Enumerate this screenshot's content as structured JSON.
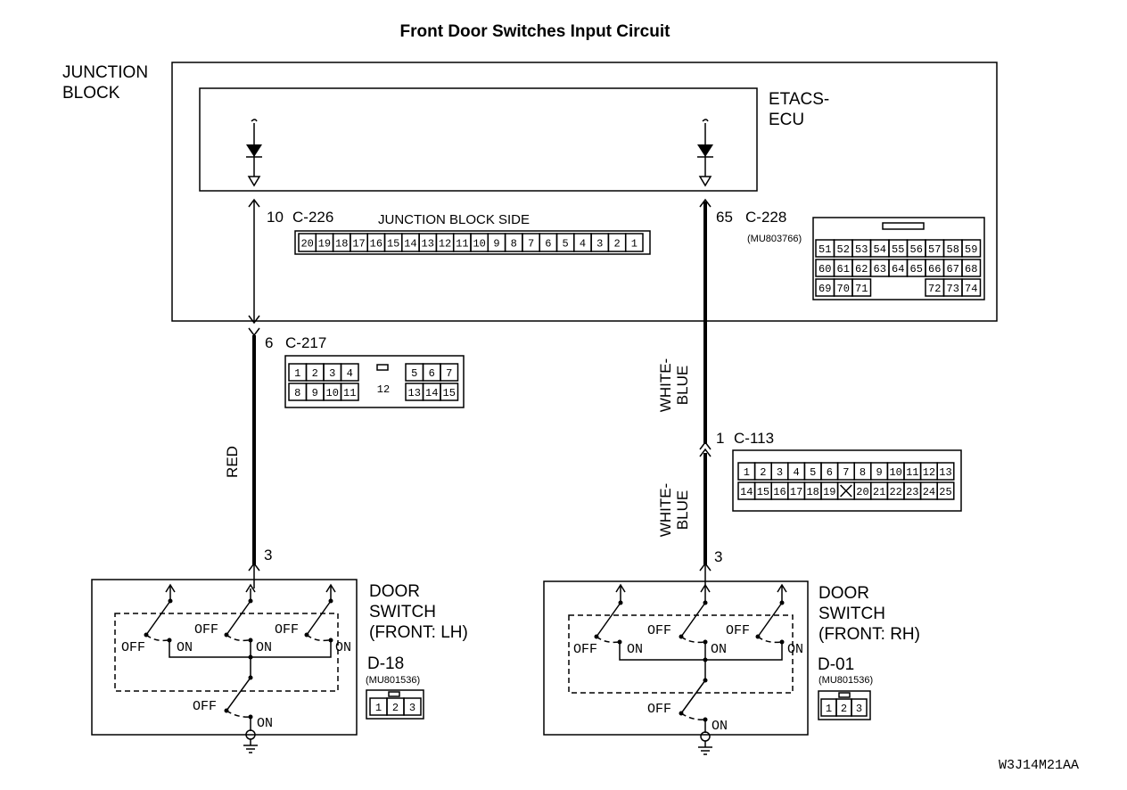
{
  "title": "Front Door Switches Input Circuit",
  "junction_block": {
    "line1": "JUNCTION",
    "line2": "BLOCK"
  },
  "etacs": {
    "line1": "ETACS-",
    "line2": "ECU"
  },
  "left_circuit": {
    "jb_pin": "10",
    "jb_connector": "C-226",
    "junction_block_side": "JUNCTION BLOCK SIDE",
    "c226_pins": [
      "20",
      "19",
      "18",
      "17",
      "16",
      "15",
      "14",
      "13",
      "12",
      "11",
      "10",
      "9",
      "8",
      "7",
      "6",
      "5",
      "4",
      "3",
      "2",
      "1"
    ],
    "mid_pin": "6",
    "mid_connector": "C-217",
    "c217_row1": [
      "1",
      "2",
      "3",
      "4",
      "5",
      "6",
      "7"
    ],
    "c217_row2": [
      "8",
      "9",
      "10",
      "11",
      "13",
      "14",
      "15"
    ],
    "c217_center": "12",
    "wire_color": "RED",
    "switch_pin": "3",
    "switch_label": {
      "line1": "DOOR",
      "line2": "SWITCH",
      "line3": "(FRONT: LH)"
    },
    "switch_connector": "D-18",
    "switch_part": "(MU801536)",
    "switch_pins": [
      "1",
      "2",
      "3"
    ]
  },
  "right_circuit": {
    "jb_pin": "65",
    "jb_connector": "C-228",
    "jb_part": "(MU803766)",
    "c228_row1": [
      "51",
      "52",
      "53",
      "54",
      "55",
      "56",
      "57",
      "58",
      "59"
    ],
    "c228_row2": [
      "60",
      "61",
      "62",
      "63",
      "64",
      "65",
      "66",
      "67",
      "68"
    ],
    "c228_row3a": [
      "69",
      "70",
      "71"
    ],
    "c228_row3b": [
      "72",
      "73",
      "74"
    ],
    "wire_color_1": {
      "line1": "WHITE-",
      "line2": "BLUE"
    },
    "mid_pin": "1",
    "mid_connector": "C-113",
    "c113_row1": [
      "1",
      "2",
      "3",
      "4",
      "5",
      "6",
      "7",
      "8",
      "9",
      "10",
      "11",
      "12",
      "13"
    ],
    "c113_row2": [
      "14",
      "15",
      "16",
      "17",
      "18",
      "19",
      "",
      "20",
      "21",
      "22",
      "23",
      "24",
      "25"
    ],
    "wire_color_2": {
      "line1": "WHITE-",
      "line2": "BLUE"
    },
    "switch_pin": "3",
    "switch_label": {
      "line1": "DOOR",
      "line2": "SWITCH",
      "line3": "(FRONT: RH)"
    },
    "switch_connector": "D-01",
    "switch_part": "(MU801536)",
    "switch_pins": [
      "1",
      "2",
      "3"
    ]
  },
  "switch_states": {
    "off": "OFF",
    "on": "ON"
  },
  "figure_code": "W3J14M21AA"
}
